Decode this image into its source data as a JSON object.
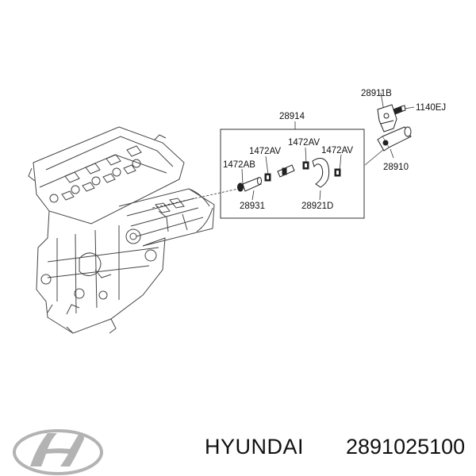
{
  "diagram": {
    "labels": {
      "assembly": "28914",
      "bracket": "28911B",
      "bolt": "1140EJ",
      "valve": "28910",
      "clamp_ab": "1472AB",
      "clamp_av_left": "1472AV",
      "clamp_av_mid": "1472AV",
      "clamp_av_right": "1472AV",
      "tube": "28931",
      "hose": "28921D"
    }
  },
  "footer": {
    "brand": "HYUNDAI",
    "part_number": "2891025100"
  },
  "colors": {
    "line": "#333333",
    "text": "#111111"
  }
}
